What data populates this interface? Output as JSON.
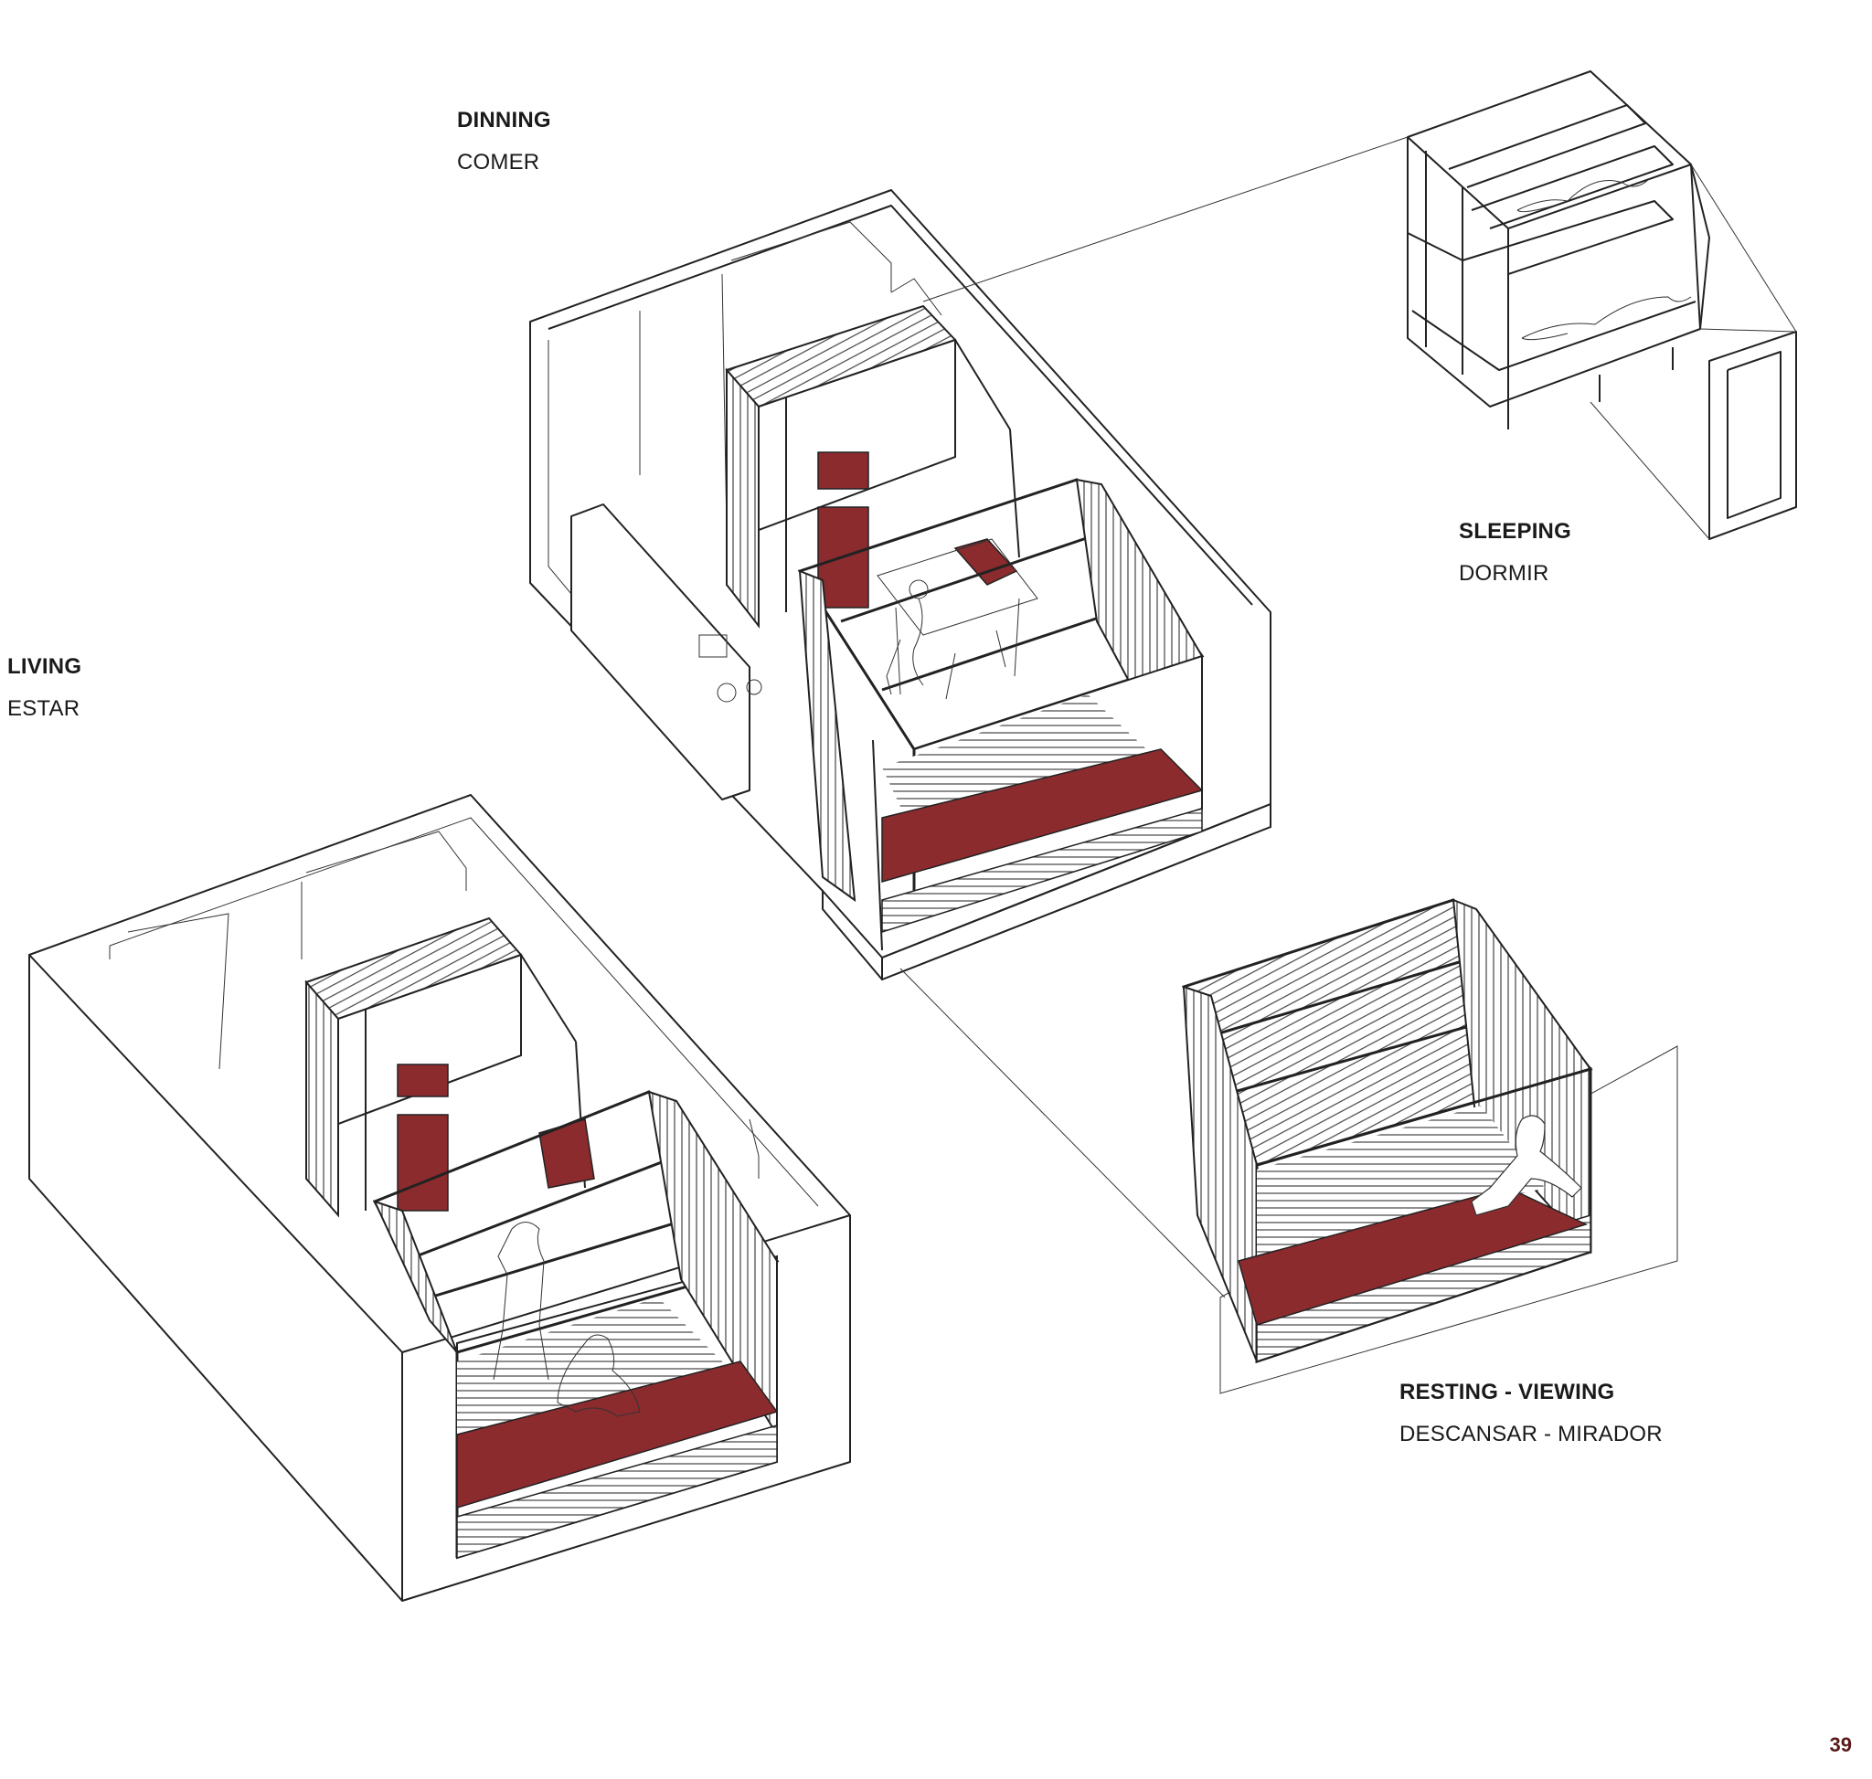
{
  "labels": {
    "dinning": {
      "en": "DINNING",
      "es": "COMER"
    },
    "living": {
      "en": "LIVING",
      "es": "ESTAR"
    },
    "sleeping": {
      "en": "SLEEPING",
      "es": "DORMIR"
    },
    "resting": {
      "en": "RESTING - VIEWING",
      "es": "DESCANSAR - MIRADOR"
    }
  },
  "page_number": "39",
  "colors": {
    "accent": "#8b2b2e",
    "line": "#222222",
    "background": "#ffffff"
  }
}
